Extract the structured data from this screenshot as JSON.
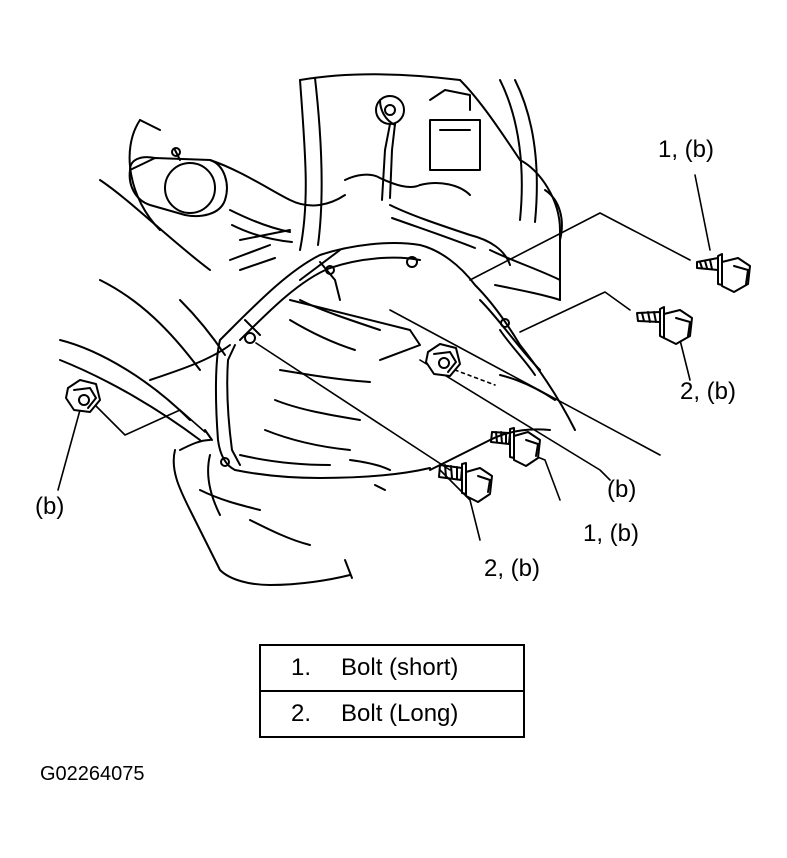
{
  "callouts": {
    "top_right_bolt": "1, (b)",
    "right_bolt": "2, (b)",
    "left_nut": "(b)",
    "middle_nut": "(b)",
    "middle_bolt": "1, (b)",
    "lower_bolt": "2, (b)"
  },
  "legend": [
    {
      "number": "1.",
      "label": "Bolt (short)"
    },
    {
      "number": "2.",
      "label": "Bolt (Long)"
    }
  ],
  "figure_id": "G02264075",
  "icons": [
    "bolt-icon",
    "nut-icon",
    "transaxle-housing"
  ]
}
